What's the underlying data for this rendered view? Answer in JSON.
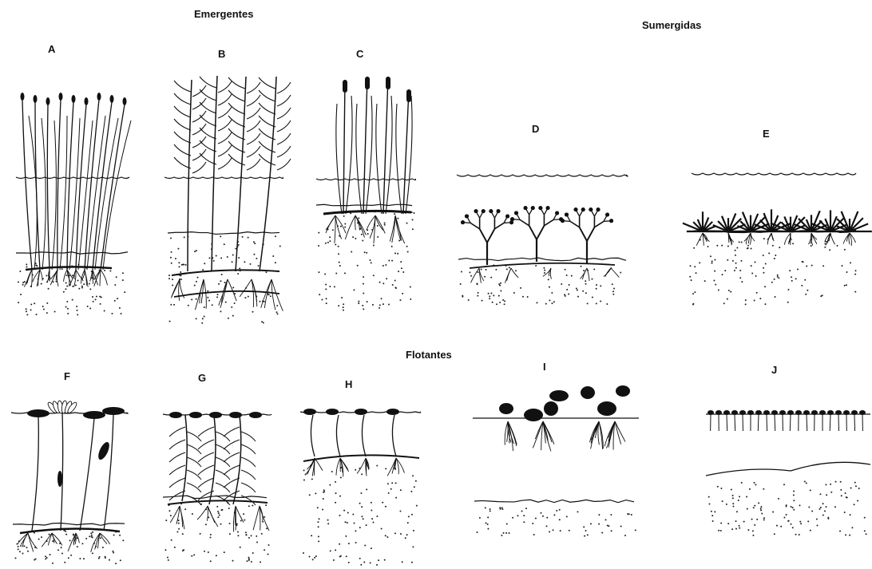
{
  "groups": {
    "emergentes": "Emergentes",
    "sumergidas": "Sumergidas",
    "flotantes": "Flotantes"
  },
  "panels": {
    "a": "A",
    "b": "B",
    "c": "C",
    "d": "D",
    "e": "E",
    "f": "F",
    "g": "G",
    "h": "H",
    "i": "I",
    "j": "J"
  }
}
